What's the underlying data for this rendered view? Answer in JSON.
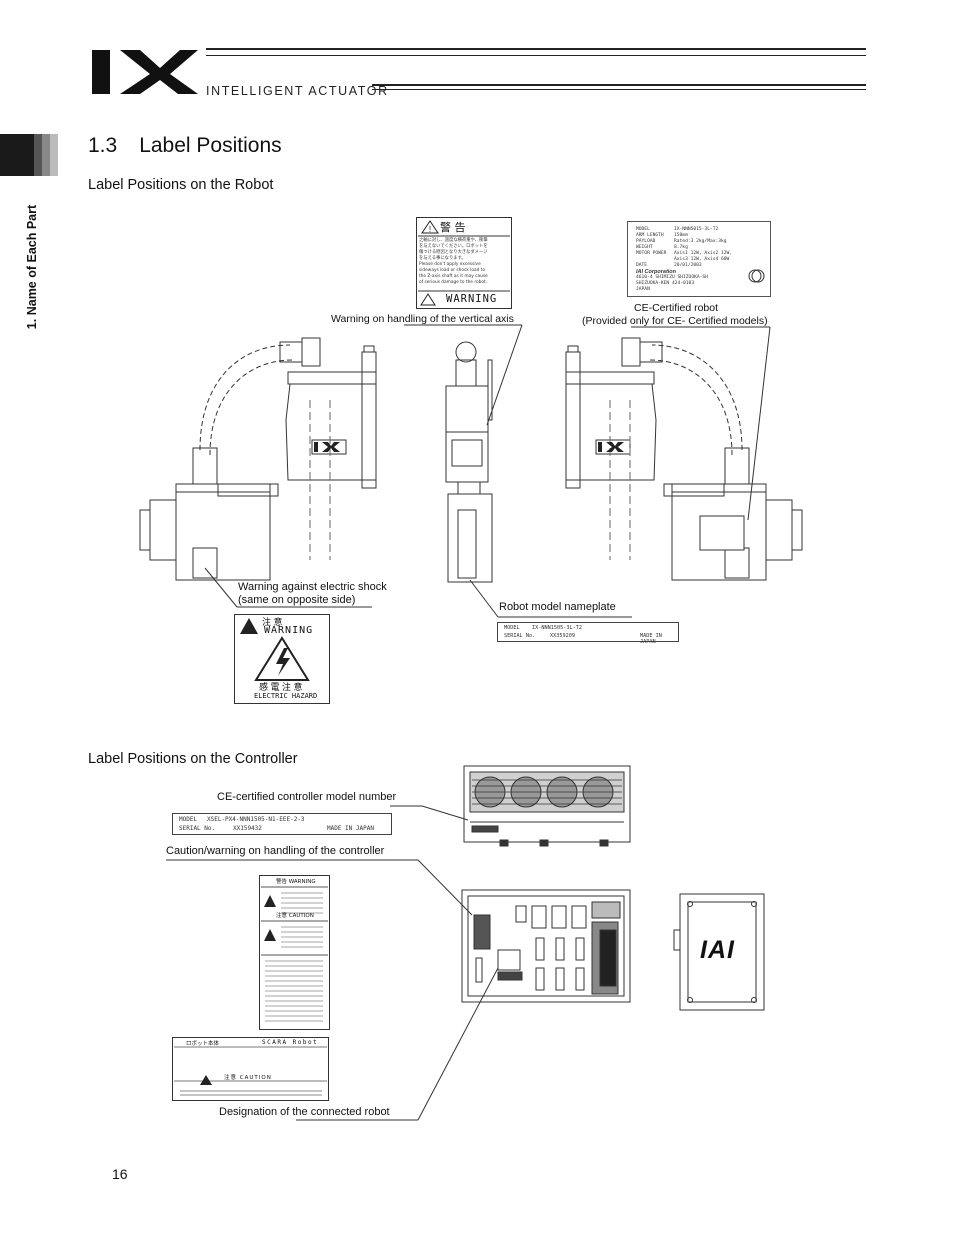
{
  "header": {
    "logo": "IX",
    "brand": "INTELLIGENT ACTUATOR"
  },
  "side_tab": {
    "label": "1. Name of Each Part"
  },
  "section": {
    "number": "1.3",
    "title": "Label Positions"
  },
  "robot": {
    "heading": "Label Positions on the Robot",
    "callouts": {
      "vertical_axis": "Warning on handling of the vertical axis",
      "ce_robot_line1": "CE-Certified robot",
      "ce_robot_line2": "(Provided only for CE- Certified models)",
      "shock_line1": "Warning against electric shock",
      "shock_line2": "(same on opposite side)",
      "nameplate": "Robot model nameplate"
    },
    "warning_label": {
      "jp_title": "警 告",
      "jp_text_lines": [
        "之軸に対し、過度な横荷重や、衝撃",
        "を与えないでください。ロボットを",
        "傷つける原因となり大きなダメージ",
        "を与える事になります。"
      ],
      "en_text_lines": [
        "Please don't apply excessive",
        "sideways load or shock load to",
        "the Z-axis shaft as it may cause",
        "of serious damage to the robot."
      ],
      "footer": "WARNING"
    },
    "spec_plate": {
      "rows": [
        [
          "MODEL",
          "IX-NNN5015-3L-T2"
        ],
        [
          "ARM LENGTH",
          "150mm"
        ],
        [
          "PAYLOAD",
          "Rated:3 2kg/Max:3kg"
        ],
        [
          "WEIGHT",
          "8.7kg"
        ],
        [
          "MOTOR POWER",
          "Axis1 12W, Axis2 12W,"
        ],
        [
          "",
          "Axis3 12W, Axis4 60W"
        ],
        [
          "DATE",
          "20/01/2003"
        ]
      ],
      "maker": "IAI Corporation",
      "address_lines": [
        "4610-4 SHIMIZU SHIZUOKA-SH",
        "SHIZUOKA-KEN 424-0103",
        "JAPAN"
      ]
    },
    "shock_label": {
      "jp_top": "注 意",
      "en_top": "WARNING",
      "jp_bottom": "感 電 注 意",
      "en_bottom": "ELECTRIC HAZARD"
    },
    "nameplate": {
      "model_key": "MODEL",
      "model_val": "IX-NNN1505-3L-T2",
      "serial_key": "SERIAL No.",
      "serial_val": "XX359209",
      "origin": "MADE IN JAPAN"
    }
  },
  "controller": {
    "heading": "Label Positions on the Controller",
    "callouts": {
      "model_number": "CE-certified controller model number",
      "caution": "Caution/warning on handling of the controller",
      "connected_robot": "Designation of the connected robot"
    },
    "model_plate": {
      "model_key": "MODEL",
      "model_val": "XSEL-PX4-NNN1505-N1-EEE-2-3",
      "serial_key": "SERIAL No.",
      "serial_val": "XX159432",
      "origin": "MADE IN JAPAN"
    },
    "caution_label": {
      "warning": "警告 WARNING",
      "caution": "注意 CAUTION"
    },
    "robot_label": {
      "top_left": "ロボット本体",
      "top_right": "SCARA Robot",
      "caution": "注意 CAUTION"
    },
    "side_logo": "IAI"
  },
  "footer": {
    "page": "16"
  }
}
